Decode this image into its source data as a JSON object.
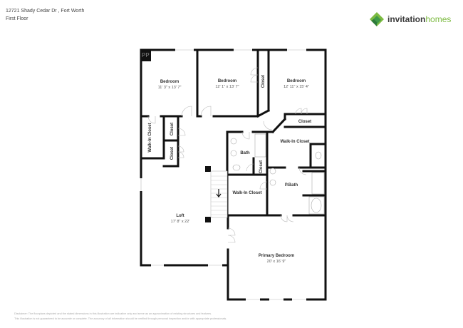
{
  "header": {
    "address": "12721 Shady Cedar Dr , Fort Worth",
    "floor": "First Floor"
  },
  "logo": {
    "word1": "invitation",
    "word2": "homes",
    "colors": [
      "#7dbb42",
      "#3f9a48",
      "#2d7a3a"
    ]
  },
  "rooms": {
    "bedroom1": {
      "label": "Bedroom",
      "dims": "11' 3\" x 13' 7\""
    },
    "bedroom2": {
      "label": "Bedroom",
      "dims": "12' 1\" x 13' 7\""
    },
    "bedroom3": {
      "label": "Bedroom",
      "dims": "12' 11\" x 15' 4\""
    },
    "closet_top": {
      "label": "Closet"
    },
    "closet_right": {
      "label": "Closet"
    },
    "walkin_right": {
      "label": "Walk-In Closet"
    },
    "walkin_left": {
      "label": "Walk-In Closet"
    },
    "closet_left1": {
      "label": "Closet"
    },
    "closet_left2": {
      "label": "Closet"
    },
    "bath": {
      "label": "Bath"
    },
    "closet_bath": {
      "label": "Closet"
    },
    "walkin_mid": {
      "label": "Walk-In Closet"
    },
    "pbath": {
      "label": "P.Bath"
    },
    "loft": {
      "label": "Loft",
      "dims": "17' 8\" x 22'"
    },
    "primary": {
      "label": "Primary Bedroom",
      "dims": "20' x 16' 9\""
    },
    "pp_mark": "PP"
  },
  "disclaimer": {
    "line1": "Disclaimer: The floorplans depicted and the stated dimensions in this illustration are indicative only and serve as an approximation of existing structures and features.",
    "line2": "This illustration is not guaranteed to be accurate or complete. The accuracy of all information should be verified through personal inspection and/or with appropriate professionals."
  }
}
